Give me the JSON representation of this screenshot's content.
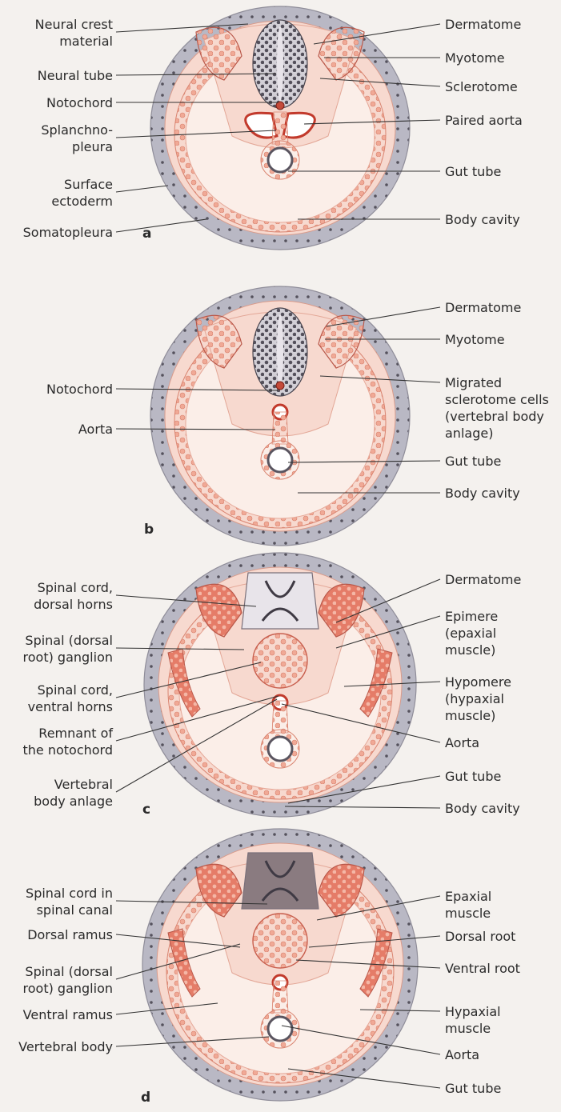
{
  "panels": [
    {
      "letter": "a",
      "left_labels": [
        "Neural crest\nmaterial",
        "Neural tube",
        "Notochord",
        "Splanchno-\npleura",
        "Surface\nectoderm",
        "Somatopleura"
      ],
      "right_labels": [
        "Dermatome",
        "Myotome",
        "Sclerotome",
        "Paired aorta",
        "Gut tube",
        "Body cavity"
      ]
    },
    {
      "letter": "b",
      "left_labels": [
        "Notochord",
        "Aorta"
      ],
      "right_labels": [
        "Dermatome",
        "Myotome",
        "Migrated\nsclerotome cells\n(vertebral body\nanlage)",
        "Gut tube",
        "Body cavity"
      ]
    },
    {
      "letter": "c",
      "left_labels": [
        "Spinal cord,\ndorsal horns",
        "Spinal (dorsal\nroot) ganglion",
        "Spinal cord,\nventral horns",
        "Remnant of\nthe notochord",
        "Vertebral\nbody anlage"
      ],
      "right_labels": [
        "Dermatome",
        "Epimere\n(epaxial\nmuscle)",
        "Hypomere\n(hypaxial\nmuscle)",
        "Aorta",
        "Gut tube",
        "Body cavity"
      ]
    },
    {
      "letter": "d",
      "left_labels": [
        "Spinal cord in\nspinal canal",
        "Dorsal ramus",
        "Spinal (dorsal\nroot) ganglion",
        "Ventral ramus",
        "Vertebral body"
      ],
      "right_labels": [
        "Epaxial\nmuscle",
        "Dorsal root",
        "Ventral root",
        "Hypaxial\nmuscle",
        "Aorta",
        "Gut tube"
      ]
    }
  ],
  "colors": {
    "ectoderm": "#b9b8c4",
    "mesoderm": "#f7d9cf",
    "mesoderm_dark": "#ee9f8c",
    "muscle": "#e0705e",
    "neural": "#5d5762",
    "vessel": "#c23a2c",
    "cavity": "#fbeee8",
    "line": "#333333"
  }
}
